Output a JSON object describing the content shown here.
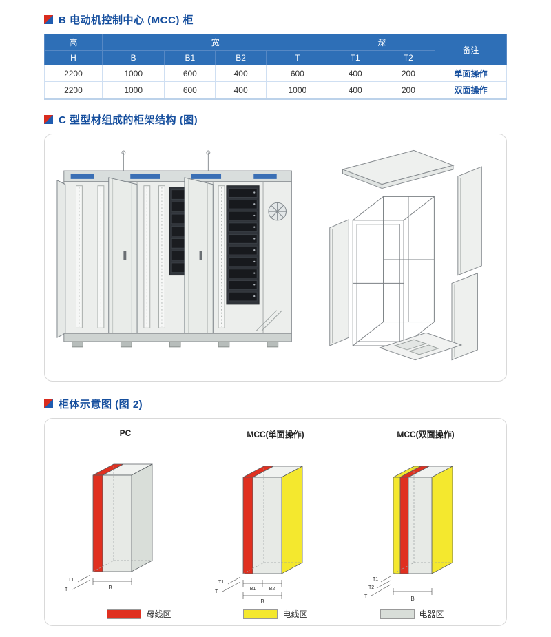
{
  "sections": {
    "s1": {
      "title": "B 电动机控制中心 (MCC) 柜",
      "table": {
        "group_headers": {
          "height": "高",
          "width": "宽",
          "depth": "深",
          "remark": "备注"
        },
        "col_headers": [
          "H",
          "B",
          "B1",
          "B2",
          "T",
          "T1",
          "T2"
        ],
        "rows": [
          {
            "cells": [
              "2200",
              "1000",
              "600",
              "400",
              "600",
              "400",
              "200"
            ],
            "remark": "单面操作"
          },
          {
            "cells": [
              "2200",
              "1000",
              "600",
              "400",
              "1000",
              "400",
              "200"
            ],
            "remark": "双面操作"
          }
        ]
      }
    },
    "s2": {
      "title": "C 型型材组成的柜架结构 (图)"
    },
    "s3": {
      "title": "柜体示意图 (图 2)",
      "diagrams": [
        {
          "label": "PC",
          "dims": {
            "left": [
              "T1",
              "T"
            ],
            "bottom": [
              "B"
            ]
          }
        },
        {
          "label": "MCC(单面操作)",
          "dims": {
            "left": [
              "T1",
              "T"
            ],
            "bottom": [
              "B1",
              "B2",
              "B"
            ]
          }
        },
        {
          "label": "MCC(双面操作)",
          "dims": {
            "left": [
              "T1",
              "T2",
              "T"
            ],
            "bottom": [
              "B"
            ]
          }
        }
      ],
      "legend": [
        {
          "label": "母线区",
          "color": "#e03020"
        },
        {
          "label": "电线区",
          "color": "#f4e82e"
        },
        {
          "label": "电器区",
          "color": "#d9ded9"
        }
      ]
    }
  },
  "colors": {
    "busbar_red": "#e03020",
    "cable_yellow": "#f4e82e",
    "equipment_front": "#e7eae6",
    "equipment_top": "#f0f2f0",
    "equipment_side": "#d9ded9",
    "header_blue": "#2e6fb7",
    "title_blue": "#164f9e"
  }
}
